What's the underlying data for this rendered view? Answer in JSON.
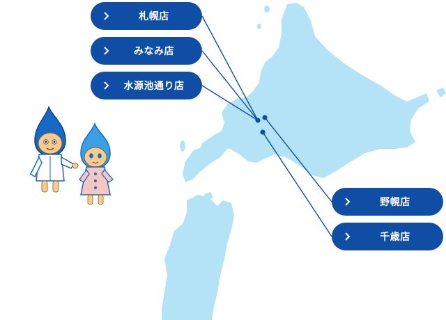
{
  "colors": {
    "button": "#0f4ea4",
    "land": "#b4e2f6",
    "line": "#0f4ea4",
    "mascot_blue": "#1769c7",
    "mascot_skin": "#f5cc8e",
    "mascot_dress": "#f4c7c3"
  },
  "stores": [
    {
      "label": "札幌店",
      "icon": "chevron-right-icon"
    },
    {
      "label": "みなみ店",
      "icon": "chevron-right-icon"
    },
    {
      "label": "水源池通り店",
      "icon": "chevron-right-icon"
    },
    {
      "label": "野幌店",
      "icon": "chevron-right-icon"
    },
    {
      "label": "千歳店",
      "icon": "chevron-right-icon"
    }
  ]
}
